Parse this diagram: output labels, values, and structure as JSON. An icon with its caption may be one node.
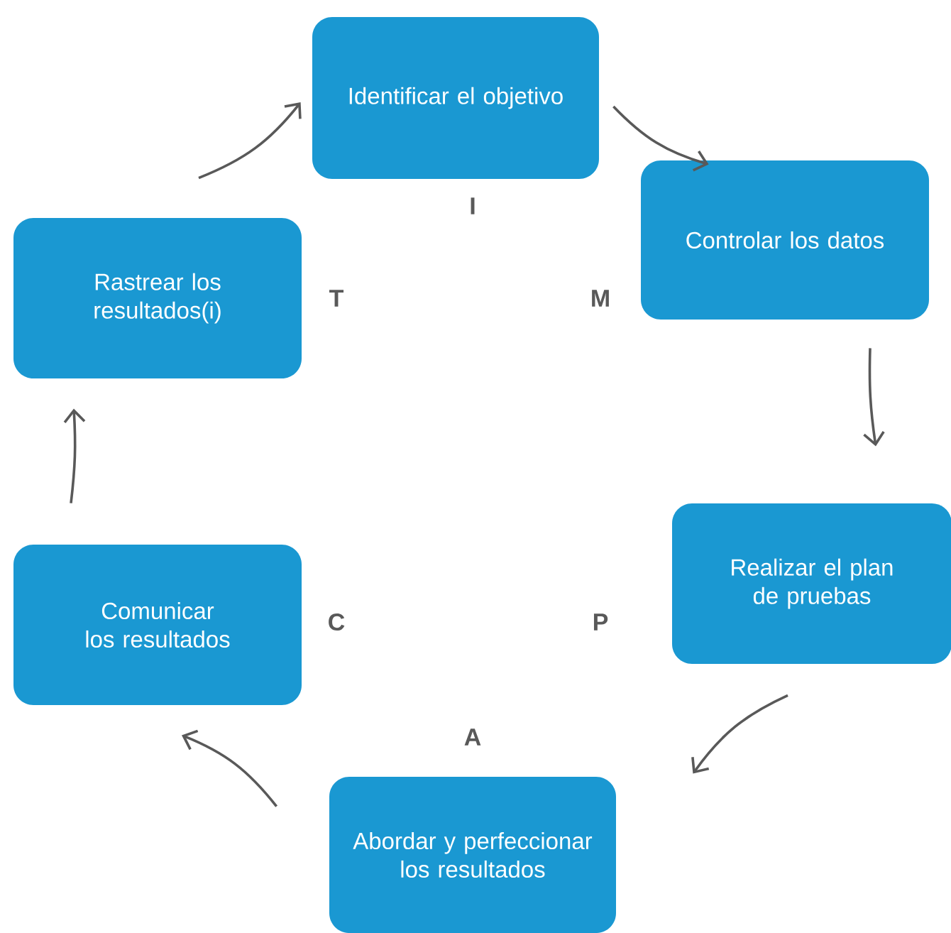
{
  "diagram": {
    "nodes": [
      {
        "text": [
          "Identificar el objetivo"
        ]
      },
      {
        "text": [
          "Controlar los datos"
        ]
      },
      {
        "text": [
          "Realizar el plan de pruebas"
        ]
      },
      {
        "text": [
          "Abordar y perfeccionar los resultados"
        ]
      },
      {
        "text": [
          "Comunicar los resultados"
        ]
      },
      {
        "text": [
          "Rastrear los resultados(i)"
        ]
      }
    ],
    "edges": [
      {
        "from": 0,
        "to": 1,
        "arrow": "to"
      },
      {
        "from": 1,
        "to": 2,
        "arrow": "to"
      },
      {
        "from": 2,
        "to": 3,
        "arrow": "to"
      },
      {
        "from": 3,
        "to": 4,
        "arrow": "to"
      },
      {
        "from": 4,
        "to": 5,
        "arrow": "to"
      },
      {
        "from": 5,
        "to": 0,
        "arrow": "to"
      }
    ],
    "labels": [
      "I",
      "T",
      "M",
      "C",
      "P",
      "A"
    ]
  }
}
